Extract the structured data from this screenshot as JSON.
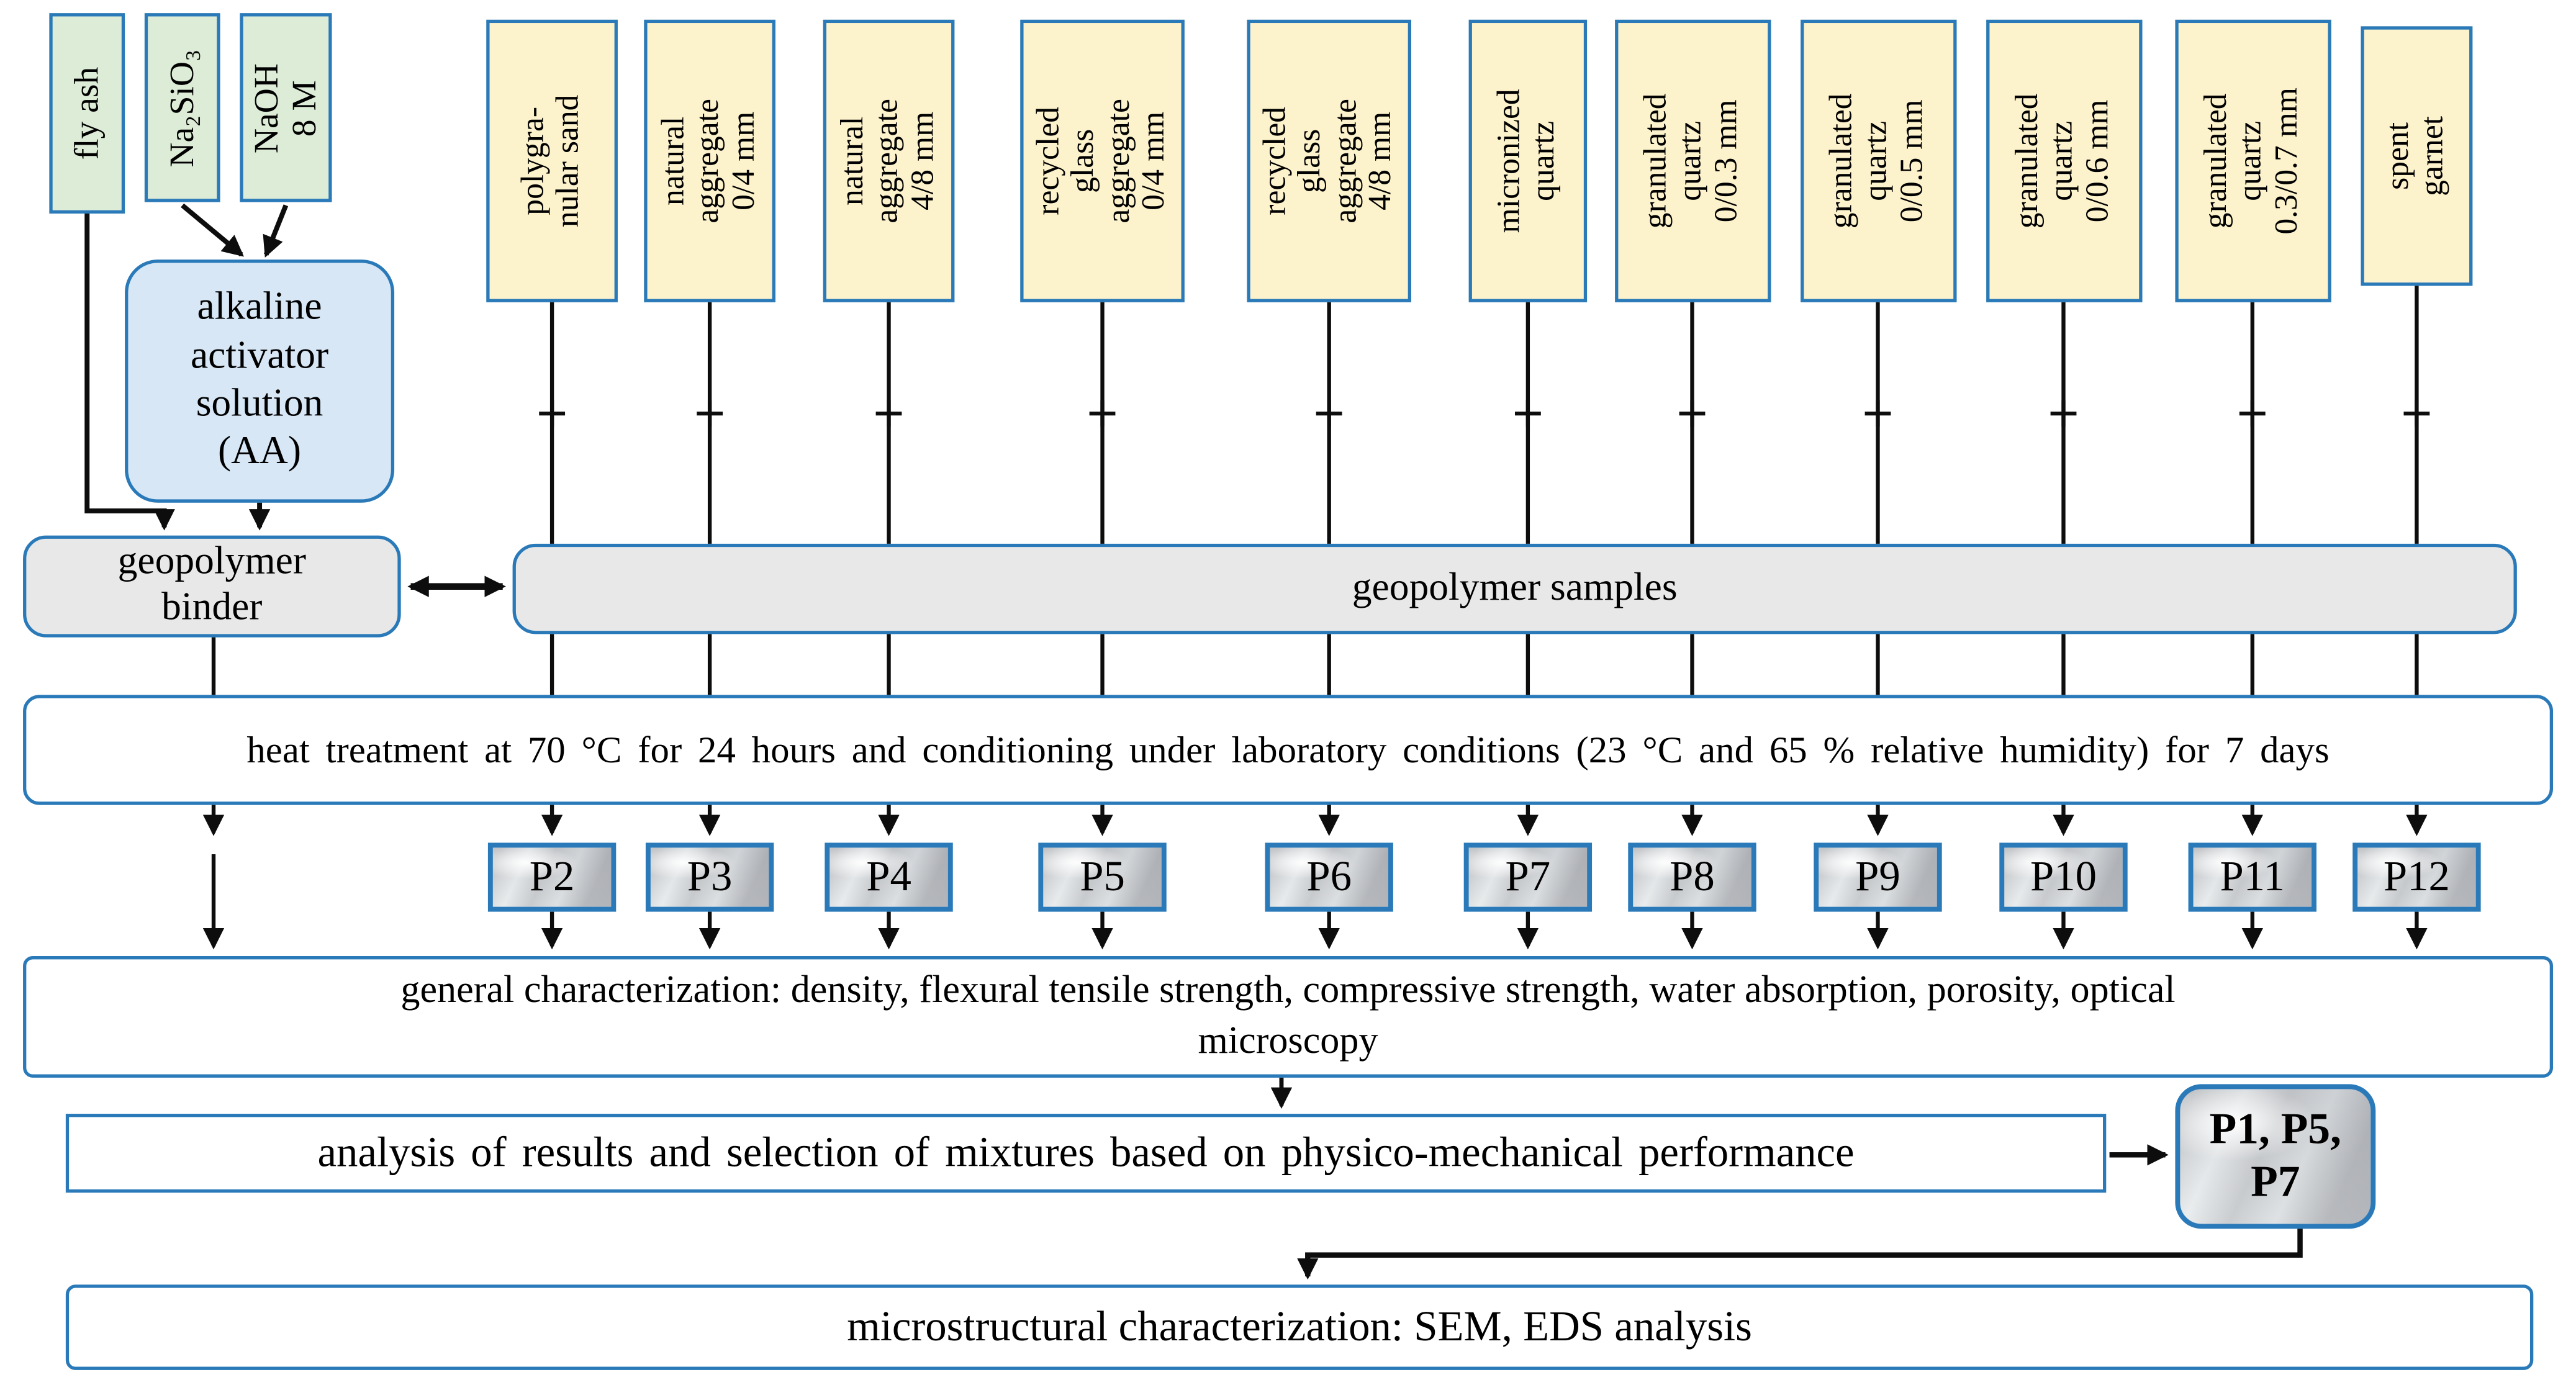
{
  "colors": {
    "border_blue": "#2a7ab9",
    "green_fill": "#ddecd6",
    "yellow_fill": "#fcf2cc",
    "blue_fill": "#d7e7f6",
    "gray_fill": "#e8e8e8",
    "line_black": "#0d0d0d"
  },
  "plus_symbol": "+",
  "binder_inputs": [
    {
      "id": "fly-ash",
      "lines": [
        "fly ash"
      ]
    },
    {
      "id": "sodium-silicate",
      "lines": [
        "Na₂SiO₃"
      ]
    },
    {
      "id": "naoh",
      "lines": [
        "NaOH",
        "8 M"
      ]
    }
  ],
  "alkaline_activator": {
    "lines": [
      "alkaline",
      "activator",
      "solution",
      "(AA)"
    ]
  },
  "aggregates": [
    {
      "lines": [
        "polygra-",
        "nular sand"
      ]
    },
    {
      "lines": [
        "natural",
        "aggregate",
        "0/4 mm"
      ]
    },
    {
      "lines": [
        "natural",
        "aggregate",
        "4/8 mm"
      ]
    },
    {
      "lines": [
        "recycled",
        "glass",
        "aggregate",
        "0/4 mm"
      ]
    },
    {
      "lines": [
        "recycled",
        "glass",
        "aggregate",
        "4/8 mm"
      ]
    },
    {
      "lines": [
        "micronized",
        "quartz"
      ]
    },
    {
      "lines": [
        "granulated",
        "quartz",
        "0/0.3 mm"
      ]
    },
    {
      "lines": [
        "granulated",
        "quartz",
        "0/0.5 mm"
      ]
    },
    {
      "lines": [
        "granulated",
        "quartz",
        "0/0.6 mm"
      ]
    },
    {
      "lines": [
        "granulated",
        "quartz",
        "0.3/0.7 mm"
      ]
    },
    {
      "lines": [
        "spent",
        "garnet"
      ]
    }
  ],
  "geopolymer_binder": {
    "lines": [
      "geopolymer",
      "binder"
    ]
  },
  "geopolymer_samples": {
    "label": "geopolymer samples"
  },
  "heat_treatment": {
    "label": "heat treatment at 70 °C for 24 hours and conditioning under laboratory conditions (23 °C and 65 % relative humidity) for 7 days"
  },
  "samples": [
    "P2",
    "P3",
    "P4",
    "P5",
    "P6",
    "P7",
    "P8",
    "P9",
    "P10",
    "P11",
    "P12"
  ],
  "general_characterization": {
    "lines": [
      "general characterization: density, flexural tensile strength, compressive strength, water absorption, porosity, optical",
      "microscopy"
    ]
  },
  "analysis": {
    "label": "analysis of results and selection of mixtures based on physico-mechanical performance"
  },
  "selected_samples": {
    "label": "P1, P5, P7"
  },
  "microstructural": {
    "label": "microstructural characterization: SEM, EDS analysis"
  }
}
